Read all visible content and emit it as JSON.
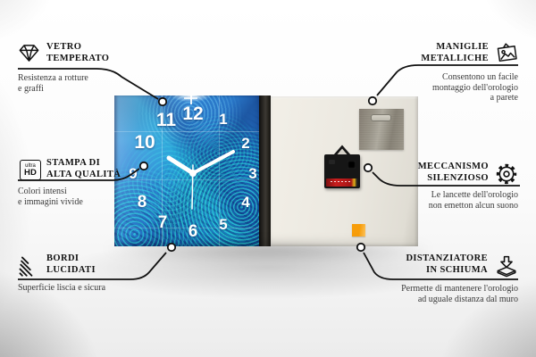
{
  "product": {
    "name": "glass wall clock front and back view",
    "clock_numbers": [
      "12",
      "1",
      "2",
      "3",
      "4",
      "5",
      "6",
      "7",
      "8",
      "9",
      "10",
      "11"
    ],
    "colors": {
      "front_blue": "#2b7dd0",
      "front_teal": "#2debe1",
      "back_panel": "#ebe8e0",
      "metal_plate": "#989387",
      "foam_orange": "#f79d0a",
      "battery_red": "#c81e1e",
      "line": "#111111"
    }
  },
  "callouts": {
    "vetro": {
      "title_lines": [
        "VETRO",
        "TEMPERATO"
      ],
      "subtitle_lines": [
        "Resistenza a rotture",
        "e graffi"
      ],
      "icon": "diamond-icon"
    },
    "stampa": {
      "title_lines": [
        "STAMPA DI",
        "ALTA QUALITÀ"
      ],
      "subtitle_lines": [
        "Colori intensi",
        "e immagini vivide"
      ],
      "icon": "ultra-hd-icon",
      "icon_text_top": "ultra",
      "icon_text_bottom": "HD"
    },
    "bordi": {
      "title_lines": [
        "BORDI",
        "LUCIDATI"
      ],
      "subtitle_lines": [
        "Superficie liscia e sicura"
      ],
      "icon": "polished-edge-icon"
    },
    "maniglie": {
      "title_lines": [
        "MANIGLIE",
        "METALLICHE"
      ],
      "subtitle_lines": [
        "Consentono un facile",
        "montaggio dell'orologio",
        "a parete"
      ],
      "icon": "picture-frame-icon"
    },
    "meccanismo": {
      "title_lines": [
        "MECCANISMO",
        "SILENZIOSO"
      ],
      "subtitle_lines": [
        "Le lancette dell'orologio",
        "non emetton alcun suono"
      ],
      "icon": "gear-icon"
    },
    "distanziatore": {
      "title_lines": [
        "DISTANZIATORE",
        "IN SCHIUMA"
      ],
      "subtitle_lines": [
        "Permette di mantenere l'orologio",
        "ad uguale distanza dal muro"
      ],
      "icon": "foam-spacer-icon"
    }
  }
}
